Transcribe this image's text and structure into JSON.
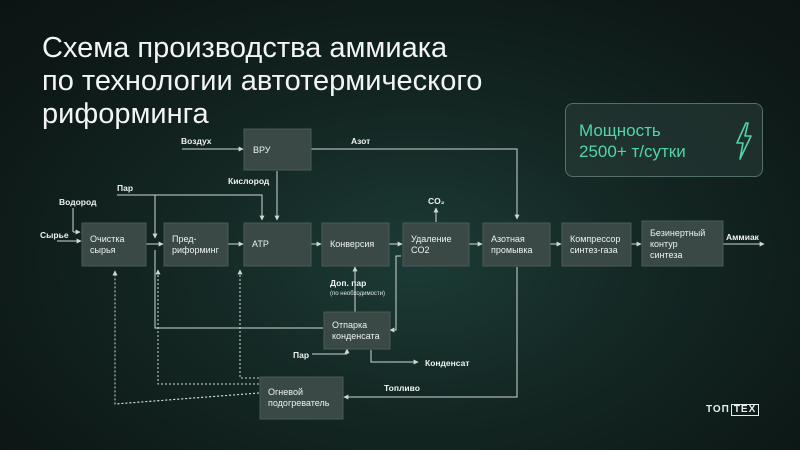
{
  "title": {
    "line1": "Схема производства аммиака",
    "line2": "по технологии автотермического",
    "line3": "риформинга"
  },
  "capacity": {
    "line1": "Мощность",
    "line2": "2500+ т/сутки",
    "icon": "lightning-icon",
    "accent_color": "#4fd6a8"
  },
  "boxes": {
    "vru": "ВРУ",
    "purification": [
      "Очистка",
      "сырья"
    ],
    "prereforming": [
      "Пред-",
      "риформинг"
    ],
    "atr": "ATP",
    "conversion": "Конверсия",
    "co2_removal": [
      "Удаление",
      "CO2"
    ],
    "nitrogen_wash": [
      "Азотная",
      "промывка"
    ],
    "compressor": [
      "Компрессор",
      "синтез-газа"
    ],
    "synthesis": [
      "Безинертный",
      "контур",
      "синтеза"
    ],
    "stripping": [
      "Отпарка",
      "конденсата"
    ],
    "heater": [
      "Огневой",
      "подогреватель"
    ]
  },
  "labels": {
    "air": "Воздух",
    "nitrogen": "Азот",
    "oxygen": "Кислород",
    "steam_top": "Пар",
    "hydrogen": "Водород",
    "feed": "Сырье",
    "co2": "CO₂",
    "ammonia": "Аммиак",
    "extra_steam": "Доп. пар",
    "extra_steam_note": "(по необходимости)",
    "steam_bottom": "Пар",
    "condensate": "Конденсат",
    "fuel": "Топливо"
  },
  "logo": {
    "part1": "ТОП",
    "part2": "ТЕХ"
  }
}
